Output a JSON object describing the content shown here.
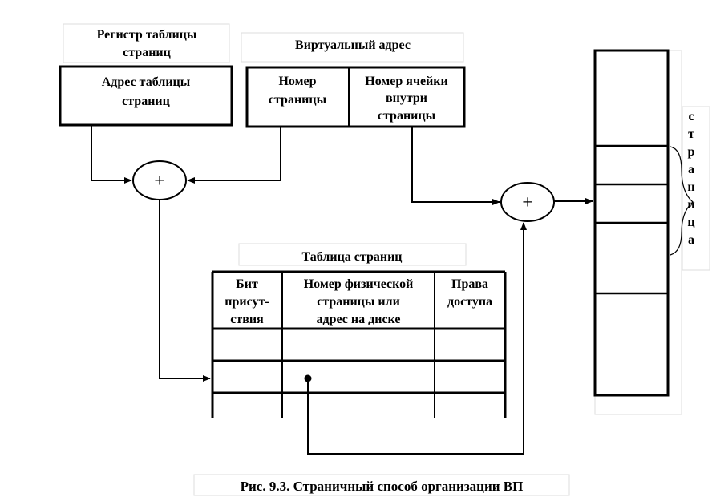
{
  "register": {
    "title_lines": [
      "Регистр таблицы",
      "страниц"
    ],
    "box_lines": [
      "Адрес таблицы",
      "страниц"
    ]
  },
  "virtual_address": {
    "title": "Виртуальный адрес",
    "page_number_lines": [
      "Номер",
      "страницы"
    ],
    "offset_lines": [
      "Номер ячейки",
      "внутри",
      "страницы"
    ]
  },
  "adders": {
    "symbol": "+"
  },
  "page_table": {
    "title": "Таблица страниц",
    "columns": [
      {
        "lines": [
          "Бит",
          "присут-",
          "ствия"
        ]
      },
      {
        "lines": [
          "Номер физической",
          "страницы или",
          "адрес на диске"
        ]
      },
      {
        "lines": [
          "Права",
          "доступа"
        ]
      }
    ],
    "empty_rows": 3
  },
  "memory": {
    "page_label_letters": [
      "с",
      "т",
      "р",
      "а",
      "н",
      "и",
      "ц",
      "а"
    ]
  },
  "caption": "Рис. 9.3. Страничный способ организации ВП"
}
